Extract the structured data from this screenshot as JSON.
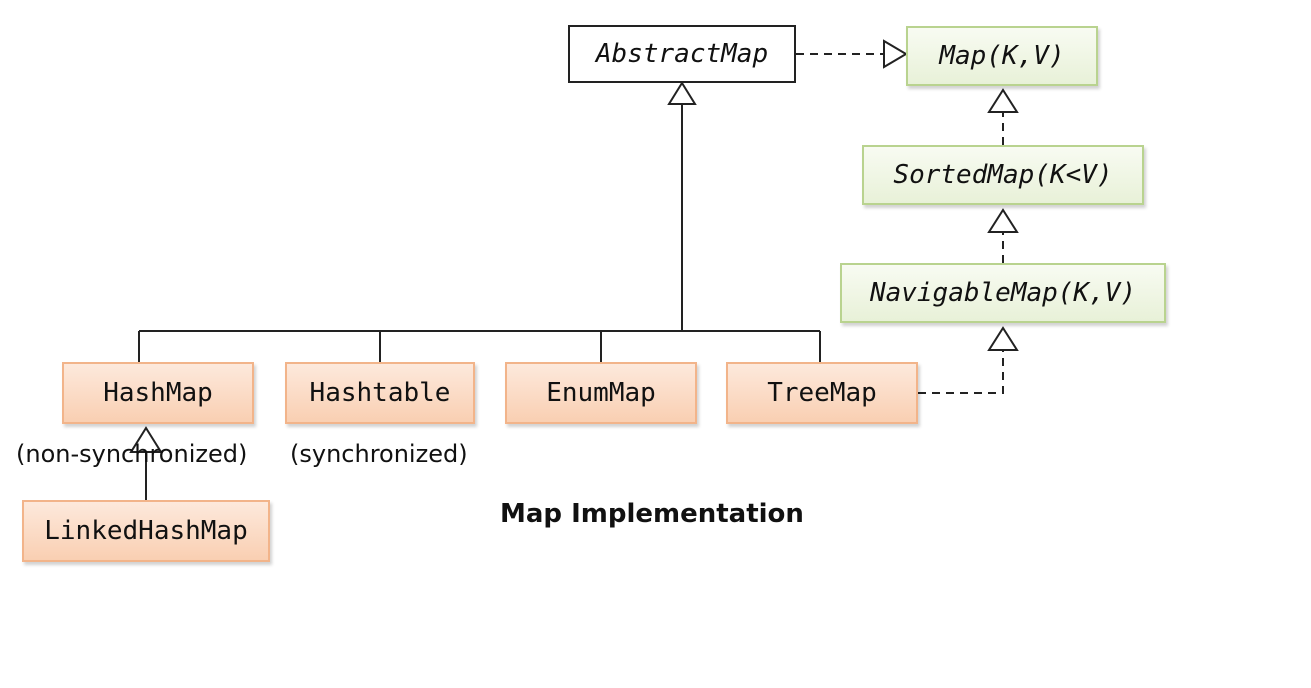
{
  "nodes": {
    "abstract_map": "AbstractMap",
    "map": "Map(K,V)",
    "sorted_map": "SortedMap(K<V)",
    "navigable_map": "NavigableMap(K,V)",
    "hash_map": "HashMap",
    "hashtable": "Hashtable",
    "enum_map": "EnumMap",
    "tree_map": "TreeMap",
    "linked_hash_map": "LinkedHashMap"
  },
  "notes": {
    "hash_map_note": "(non-synchronized)",
    "hashtable_note": "(synchronized)"
  },
  "caption": "Map Implementation",
  "colors": {
    "interface_fill": "#e8f1d8",
    "interface_border": "#b9d38f",
    "class_fill": "#f9cfb2",
    "class_border": "#f2b48a",
    "line": "#222222"
  }
}
